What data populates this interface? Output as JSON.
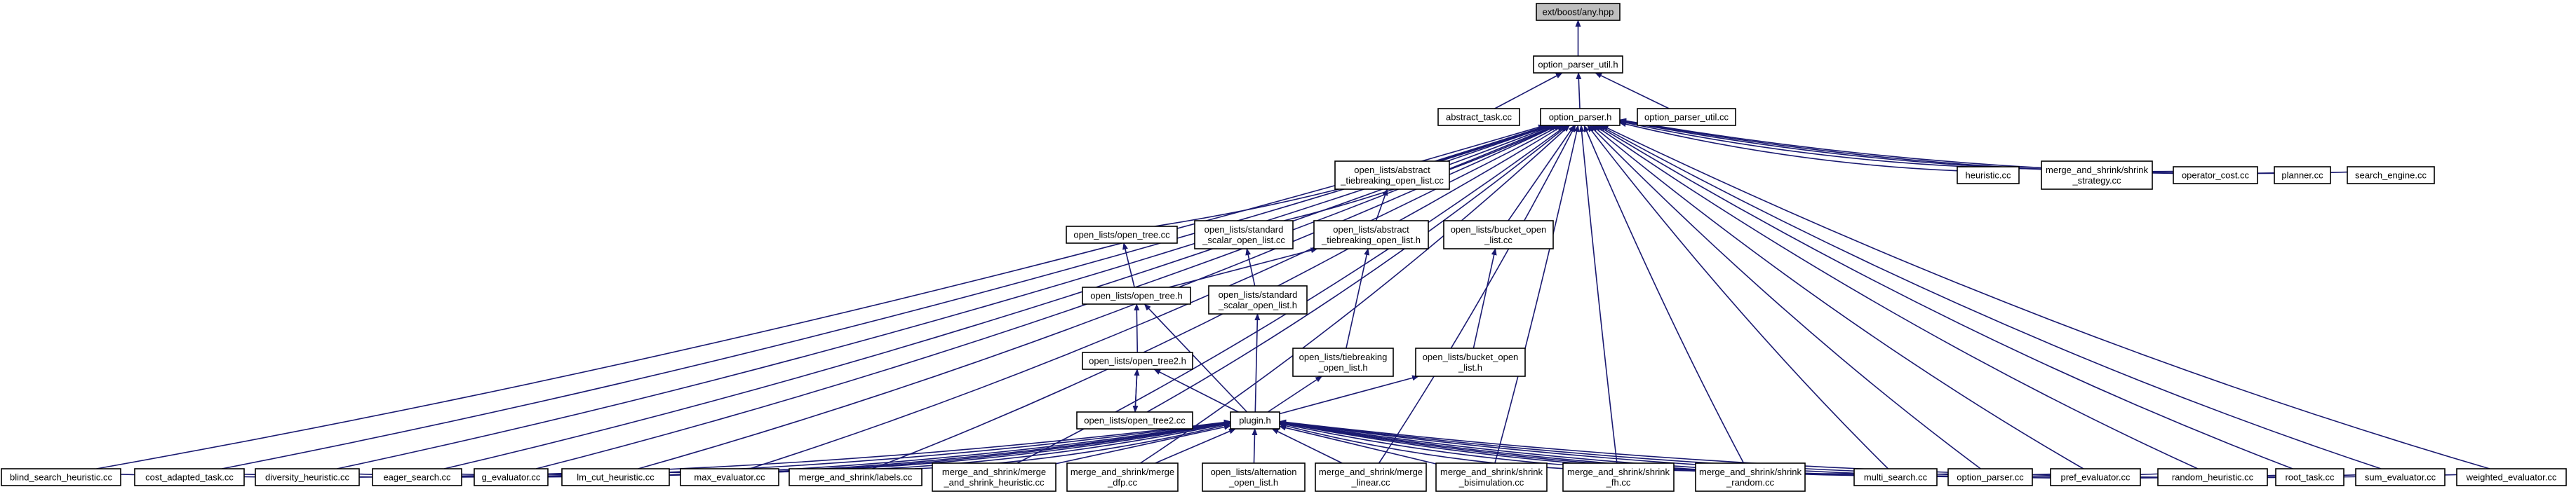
{
  "graph": {
    "title": "ext/boost/any.hpp dependency graph",
    "nodes": [
      {
        "id": "any",
        "label": [
          "ext/boost/any.hpp"
        ],
        "root": true
      },
      {
        "id": "opu_h",
        "label": [
          "option_parser_util.h"
        ]
      },
      {
        "id": "abstract_task",
        "label": [
          "abstract_task.cc"
        ]
      },
      {
        "id": "op_h",
        "label": [
          "option_parser.h"
        ]
      },
      {
        "id": "opu_cc",
        "label": [
          "option_parser_util.cc"
        ]
      },
      {
        "id": "atbol_h",
        "label": [
          "open_lists/abstract",
          "_tiebreaking_open_list.cc"
        ]
      },
      {
        "id": "heuristic",
        "label": [
          "heuristic.cc"
        ]
      },
      {
        "id": "mas_strategy",
        "label": [
          "merge_and_shrink/shrink",
          "_strategy.cc"
        ]
      },
      {
        "id": "operator_cost",
        "label": [
          "operator_cost.cc"
        ]
      },
      {
        "id": "planner",
        "label": [
          "planner.cc"
        ]
      },
      {
        "id": "search_engine",
        "label": [
          "search_engine.cc"
        ]
      },
      {
        "id": "open_tree_cc",
        "label": [
          "open_lists/open_tree.cc"
        ]
      },
      {
        "id": "sso_cc",
        "label": [
          "open_lists/standard",
          "_scalar_open_list.cc"
        ]
      },
      {
        "id": "atbol_hh",
        "label": [
          "open_lists/abstract",
          "_tiebreaking_open_list.h"
        ]
      },
      {
        "id": "bucket_cc",
        "label": [
          "open_lists/bucket_open",
          "_list.cc"
        ]
      },
      {
        "id": "open_tree_h",
        "label": [
          "open_lists/open_tree.h"
        ]
      },
      {
        "id": "sso_h",
        "label": [
          "open_lists/standard",
          "_scalar_open_list.h"
        ]
      },
      {
        "id": "open_tree2_h",
        "label": [
          "open_lists/open_tree2.h"
        ]
      },
      {
        "id": "tiebreak_h",
        "label": [
          "open_lists/tiebreaking",
          "_open_list.h"
        ]
      },
      {
        "id": "bucket_h",
        "label": [
          "open_lists/bucket_open",
          "_list.h"
        ]
      },
      {
        "id": "open_tree2_cc",
        "label": [
          "open_lists/open_tree2.cc"
        ]
      },
      {
        "id": "plugin_h",
        "label": [
          "plugin.h"
        ]
      },
      {
        "id": "blind",
        "label": [
          "blind_search_heuristic.cc"
        ]
      },
      {
        "id": "cost_adapted",
        "label": [
          "cost_adapted_task.cc"
        ]
      },
      {
        "id": "diversity",
        "label": [
          "diversity_heuristic.cc"
        ]
      },
      {
        "id": "eager",
        "label": [
          "eager_search.cc"
        ]
      },
      {
        "id": "g_eval",
        "label": [
          "g_evaluator.cc"
        ]
      },
      {
        "id": "lm_cut",
        "label": [
          "lm_cut_heuristic.cc"
        ]
      },
      {
        "id": "max_eval",
        "label": [
          "max_evaluator.cc"
        ]
      },
      {
        "id": "mas_labels",
        "label": [
          "merge_and_shrink/labels.cc"
        ]
      },
      {
        "id": "mas_heur",
        "label": [
          "merge_and_shrink/merge",
          "_and_shrink_heuristic.cc"
        ]
      },
      {
        "id": "mas_dfp",
        "label": [
          "merge_and_shrink/merge",
          "_dfp.cc"
        ]
      },
      {
        "id": "alt_h",
        "label": [
          "open_lists/alternation",
          "_open_list.h"
        ]
      },
      {
        "id": "mas_linear",
        "label": [
          "merge_and_shrink/merge",
          "_linear.cc"
        ]
      },
      {
        "id": "mas_bisim",
        "label": [
          "merge_and_shrink/shrink",
          "_bisimulation.cc"
        ]
      },
      {
        "id": "mas_fh",
        "label": [
          "merge_and_shrink/shrink",
          "_fh.cc"
        ]
      },
      {
        "id": "mas_random",
        "label": [
          "merge_and_shrink/shrink",
          "_random.cc"
        ]
      },
      {
        "id": "multi_search",
        "label": [
          "multi_search.cc"
        ]
      },
      {
        "id": "op_cc",
        "label": [
          "option_parser.cc"
        ]
      },
      {
        "id": "pref_eval",
        "label": [
          "pref_evaluator.cc"
        ]
      },
      {
        "id": "random_heur",
        "label": [
          "random_heuristic.cc"
        ]
      },
      {
        "id": "root_task",
        "label": [
          "root_task.cc"
        ]
      },
      {
        "id": "sum_eval",
        "label": [
          "sum_evaluator.cc"
        ]
      },
      {
        "id": "weighted_eval",
        "label": [
          "weighted_evaluator.cc"
        ]
      }
    ],
    "edges": [
      [
        "opu_h",
        "any"
      ],
      [
        "abstract_task",
        "opu_h"
      ],
      [
        "op_h",
        "opu_h"
      ],
      [
        "opu_cc",
        "opu_h"
      ],
      [
        "atbol_h",
        "op_h"
      ],
      [
        "heuristic",
        "op_h"
      ],
      [
        "mas_strategy",
        "op_h"
      ],
      [
        "operator_cost",
        "op_h"
      ],
      [
        "planner",
        "op_h"
      ],
      [
        "search_engine",
        "op_h"
      ],
      [
        "open_tree_cc",
        "op_h"
      ],
      [
        "sso_cc",
        "op_h"
      ],
      [
        "bucket_cc",
        "op_h"
      ],
      [
        "open_tree2_cc",
        "op_h"
      ],
      [
        "blind",
        "op_h"
      ],
      [
        "cost_adapted",
        "op_h"
      ],
      [
        "diversity",
        "op_h"
      ],
      [
        "eager",
        "op_h"
      ],
      [
        "g_eval",
        "op_h"
      ],
      [
        "lm_cut",
        "op_h"
      ],
      [
        "max_eval",
        "op_h"
      ],
      [
        "mas_labels",
        "op_h"
      ],
      [
        "mas_heur",
        "op_h"
      ],
      [
        "mas_dfp",
        "op_h"
      ],
      [
        "mas_linear",
        "op_h"
      ],
      [
        "mas_bisim",
        "op_h"
      ],
      [
        "mas_fh",
        "op_h"
      ],
      [
        "mas_random",
        "op_h"
      ],
      [
        "multi_search",
        "op_h"
      ],
      [
        "op_cc",
        "op_h"
      ],
      [
        "pref_eval",
        "op_h"
      ],
      [
        "random_heur",
        "op_h"
      ],
      [
        "root_task",
        "op_h"
      ],
      [
        "sum_eval",
        "op_h"
      ],
      [
        "weighted_eval",
        "op_h"
      ],
      [
        "atbol_hh",
        "atbol_h"
      ],
      [
        "open_tree_h",
        "open_tree_cc"
      ],
      [
        "sso_h",
        "sso_cc"
      ],
      [
        "bucket_h",
        "bucket_cc"
      ],
      [
        "open_tree_h",
        "atbol_hh"
      ],
      [
        "tiebreak_h",
        "atbol_hh"
      ],
      [
        "open_tree2_h",
        "open_tree_h"
      ],
      [
        "plugin_h",
        "open_tree_h"
      ],
      [
        "open_tree2_cc",
        "open_tree2_h"
      ],
      [
        "plugin_h",
        "open_tree2_h"
      ],
      [
        "open_tree2_h",
        "open_tree2_cc"
      ],
      [
        "plugin_h",
        "sso_h"
      ],
      [
        "plugin_h",
        "tiebreak_h"
      ],
      [
        "plugin_h",
        "bucket_h"
      ],
      [
        "alt_h",
        "plugin_h"
      ],
      [
        "blind",
        "plugin_h"
      ],
      [
        "cost_adapted",
        "plugin_h"
      ],
      [
        "diversity",
        "plugin_h"
      ],
      [
        "eager",
        "plugin_h"
      ],
      [
        "g_eval",
        "plugin_h"
      ],
      [
        "lm_cut",
        "plugin_h"
      ],
      [
        "max_eval",
        "plugin_h"
      ],
      [
        "mas_labels",
        "plugin_h"
      ],
      [
        "mas_heur",
        "plugin_h"
      ],
      [
        "mas_dfp",
        "plugin_h"
      ],
      [
        "mas_linear",
        "plugin_h"
      ],
      [
        "mas_bisim",
        "plugin_h"
      ],
      [
        "mas_fh",
        "plugin_h"
      ],
      [
        "mas_random",
        "plugin_h"
      ],
      [
        "multi_search",
        "plugin_h"
      ],
      [
        "op_cc",
        "plugin_h"
      ],
      [
        "pref_eval",
        "plugin_h"
      ],
      [
        "random_heur",
        "plugin_h"
      ],
      [
        "root_task",
        "plugin_h"
      ],
      [
        "sum_eval",
        "plugin_h"
      ],
      [
        "weighted_eval",
        "plugin_h"
      ]
    ]
  }
}
